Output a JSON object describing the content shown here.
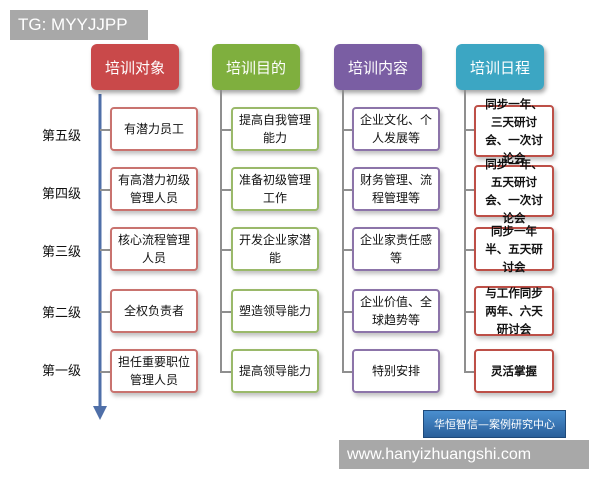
{
  "watermark_top": "TG: MYYJJPP",
  "columns": [
    {
      "header": "培训对象",
      "color": "#c9494a",
      "items": [
        "有潜力员工",
        "有高潜力初级管理人员",
        "核心流程管理人员",
        "全权负责者",
        "担任重要职位管理人员"
      ]
    },
    {
      "header": "培训目的",
      "color": "#7faf3e",
      "items": [
        "提高自我管理能力",
        "准备初级管理工作",
        "开发企业家潜能",
        "塑造领导能力",
        "提高领导能力"
      ]
    },
    {
      "header": "培训内容",
      "color": "#7a5ea3",
      "items": [
        "企业文化、个人发展等",
        "财务管理、流程管理等",
        "企业家责任感等",
        "企业价值、全球趋势等",
        "特别安排"
      ]
    },
    {
      "header": "培训日程",
      "color": "#3ca6c3",
      "items": [
        "同步一年、三天研讨会、一次讨论会",
        "同步一年、五天研讨会、一次讨论会",
        "同步一年半、五天研讨会",
        "与工作同步两年、六天研讨会",
        "灵活掌握"
      ]
    }
  ],
  "levels": [
    "第五级",
    "第四级",
    "第三级",
    "第二级",
    "第一级"
  ],
  "badge": "华恒智信—案例研究中心",
  "watermark_bottom": "www.hanyizhuangshi.com",
  "colors": {
    "arrow": "#4f6fa8",
    "connector": "#8f8f8f"
  }
}
